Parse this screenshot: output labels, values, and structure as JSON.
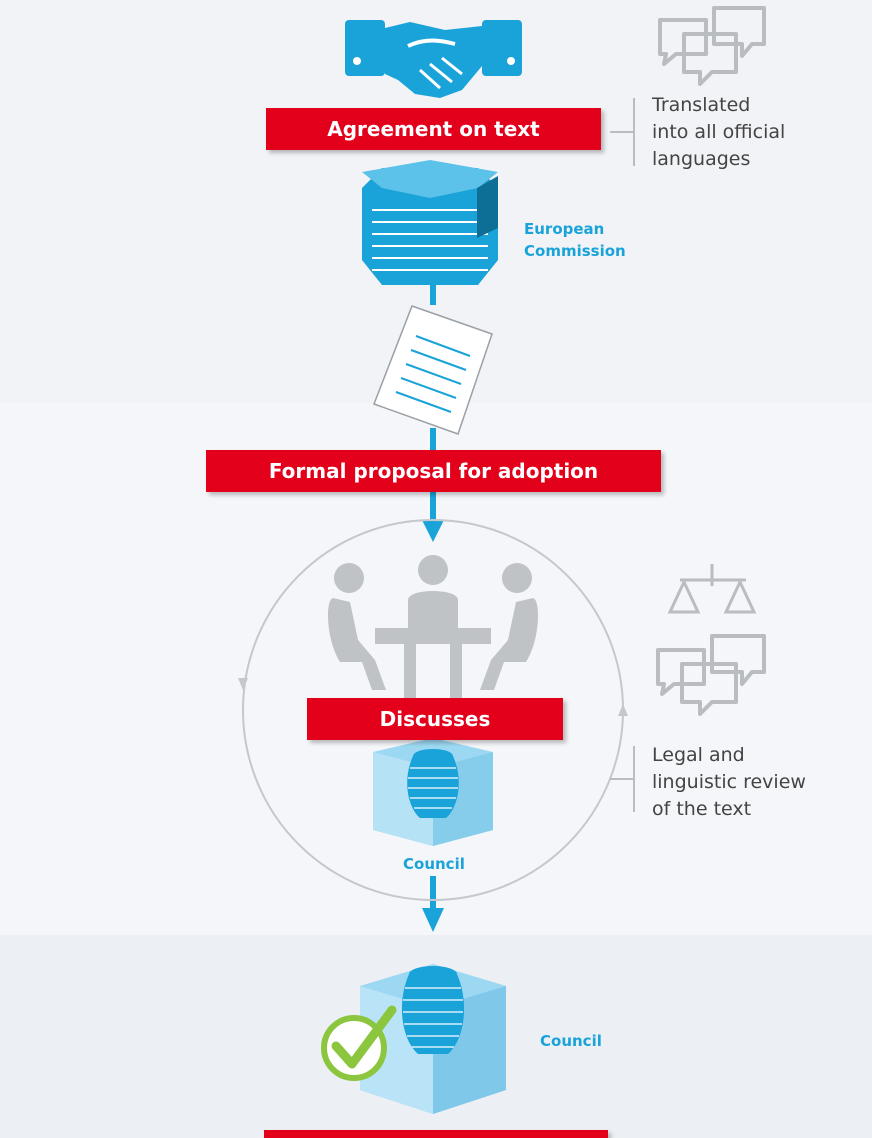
{
  "steps": {
    "agreement_label": "Agreement on text",
    "proposal_label": "Formal proposal for adoption",
    "discusses_label": "Discusses",
    "bottom_label": ""
  },
  "bodies": {
    "commission_line1": "European",
    "commission_line2": "Commission",
    "council_mid": "Council",
    "council_bottom": "Council"
  },
  "notes": {
    "translation": [
      "Translated",
      "into all official",
      "languages"
    ],
    "review": [
      "Legal and",
      "linguistic review",
      "of the text"
    ]
  },
  "colors": {
    "accent_red": "#e2001a",
    "accent_blue": "#1aa3d9",
    "icon_grey": "#b9bcc0",
    "check_green": "#8cc63f"
  }
}
